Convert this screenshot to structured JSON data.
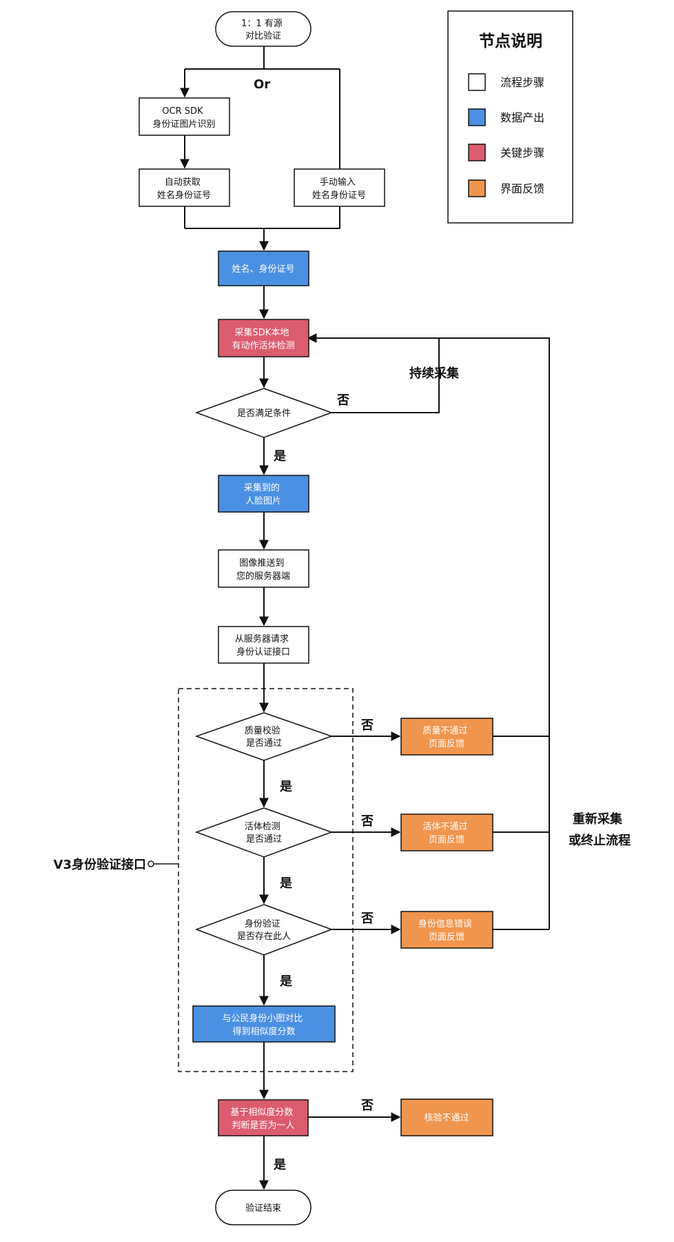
{
  "colors": {
    "process": "#ffffff",
    "data_output": "#4a90e2",
    "key_step": "#dc5c6f",
    "ui_feedback": "#f0954d",
    "line": "#111111"
  },
  "legend": {
    "title": "节点说明",
    "items": [
      {
        "label": "流程步骤",
        "color": "#ffffff"
      },
      {
        "label": "数据产出",
        "color": "#4a90e2"
      },
      {
        "label": "关键步骤",
        "color": "#dc5c6f"
      },
      {
        "label": "界面反馈",
        "color": "#f0954d"
      }
    ]
  },
  "nodes": {
    "start": {
      "lines": [
        "1：1 有源",
        "对比验证"
      ]
    },
    "ocr": {
      "lines": [
        "OCR SDK",
        "身份证图片识别"
      ]
    },
    "auto": {
      "lines": [
        "自动获取",
        "姓名身份证号"
      ]
    },
    "manual": {
      "lines": [
        "手动输入",
        "姓名身份证号"
      ]
    },
    "name_id": {
      "lines": [
        "姓名、身份证号"
      ]
    },
    "liveness": {
      "lines": [
        "采集SDK本地",
        "有动作活体检测"
      ]
    },
    "cond": {
      "lines": [
        "是否满足条件"
      ]
    },
    "face_img": {
      "lines": [
        "采集到的",
        "人脸图片"
      ]
    },
    "push": {
      "lines": [
        "图像推送到",
        "您的服务器端"
      ]
    },
    "request": {
      "lines": [
        "从服务器请求",
        "身份认证接口"
      ]
    },
    "quality": {
      "lines": [
        "质量校验",
        "是否通过"
      ]
    },
    "live_check": {
      "lines": [
        "活体检测",
        "是否通过"
      ]
    },
    "id_check": {
      "lines": [
        "身份验证",
        "是否存在此人"
      ]
    },
    "compare": {
      "lines": [
        "与公民身份小图对比",
        "得到相似度分数"
      ]
    },
    "judge": {
      "lines": [
        "基于相似度分数",
        "判断是否为一人"
      ]
    },
    "end": {
      "lines": [
        "验证结束"
      ]
    },
    "fb_quality": {
      "lines": [
        "质量不通过",
        "页面反馈"
      ]
    },
    "fb_live": {
      "lines": [
        "活体不通过",
        "页面反馈"
      ]
    },
    "fb_id": {
      "lines": [
        "身份信息错误",
        "页面反馈"
      ]
    },
    "fb_fail": {
      "lines": [
        "核验不通过"
      ]
    }
  },
  "labels": {
    "or": "Or",
    "continue": "持续采集",
    "retry": [
      "重新采集",
      "或终止流程"
    ],
    "api": "V3身份验证接口",
    "no": "否",
    "yes": "是"
  }
}
